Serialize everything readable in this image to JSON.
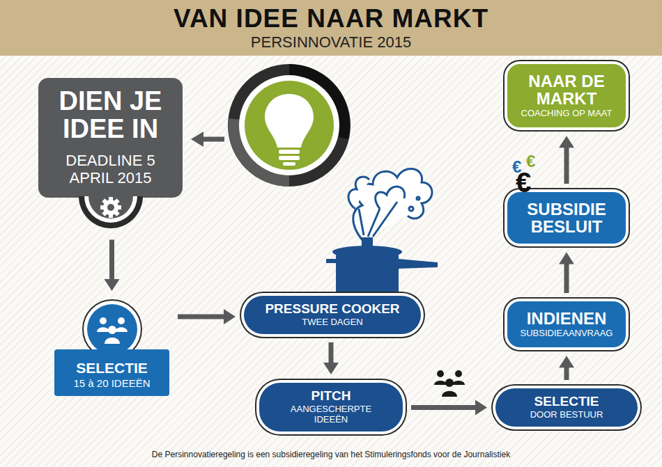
{
  "diagram": {
    "title": "VAN IDEE NAAR MARKT",
    "caption": "De Persinnovatieregeling is een subsidieregeling van het Stimuleringsfonds voor de Journalistiek",
    "nodes": [
      {
        "text": [
          "DIEN JE IDEE IN",
          "DEADLINE 5 APRIL 2015"
        ]
      },
      {
        "text": [
          "SELECTIE",
          "15 à 20 IDEEËN"
        ]
      },
      {
        "text": [
          "PRESSURE COOKER",
          "TWEE DAGEN"
        ]
      },
      {
        "text": [
          "PITCH",
          "AANGESCHERPTE IDEEËN"
        ]
      },
      {
        "text": [
          "SELECTIE",
          "DOOR BESTUUR"
        ]
      },
      {
        "text": [
          "INDIENEN",
          "SUBSIDIEAANVRAAG"
        ]
      },
      {
        "text": [
          "SUBSIDIE BESLUIT"
        ]
      },
      {
        "text": [
          "NAAR DE MARKT",
          "COACHING OP MAAT"
        ]
      }
    ],
    "edges": [
      {
        "from": 0,
        "to": 1,
        "arrow": "to"
      },
      {
        "from": 1,
        "to": 2,
        "arrow": "to"
      },
      {
        "from": 2,
        "to": 3,
        "arrow": "to"
      },
      {
        "from": 3,
        "to": 4,
        "arrow": "to"
      },
      {
        "from": 4,
        "to": 5,
        "arrow": "to"
      },
      {
        "from": 5,
        "to": 6,
        "arrow": "to"
      },
      {
        "from": 6,
        "to": 7,
        "arrow": "to"
      }
    ],
    "labels": [
      "PERSINNOVATIE 2015",
      "€",
      "€",
      "€"
    ]
  }
}
